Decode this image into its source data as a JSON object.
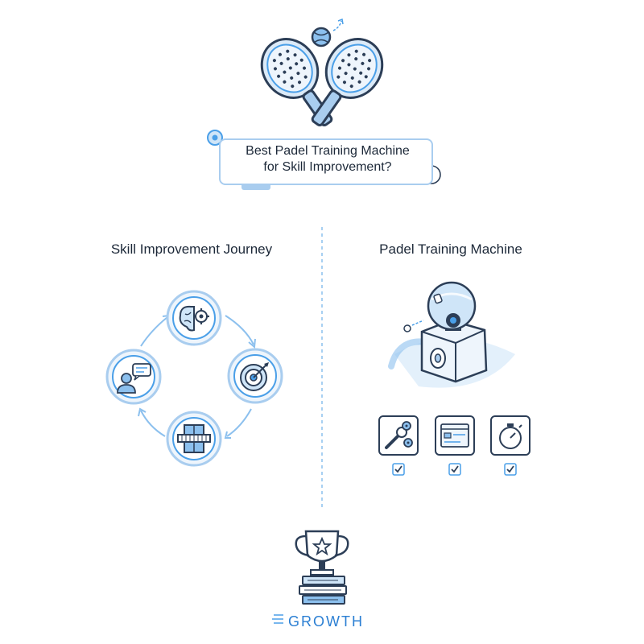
{
  "header": {
    "question_line1": "Best Padel Training Machine",
    "question_line2": "for Skill Improvement?"
  },
  "left_section": {
    "title": "Skill Improvement Journey",
    "cycle_nodes": [
      {
        "icon": "brain-gear-icon"
      },
      {
        "icon": "target-arrow-icon"
      },
      {
        "icon": "court-net-icon"
      },
      {
        "icon": "coach-speech-icon"
      }
    ]
  },
  "right_section": {
    "title": "Padel Training Machine",
    "machine_icon": "ball-launcher-machine-icon",
    "features": [
      {
        "icon": "wrench-gears-icon",
        "checked": true
      },
      {
        "icon": "settings-panel-icon",
        "checked": true
      },
      {
        "icon": "stopwatch-icon",
        "checked": true
      }
    ]
  },
  "footer": {
    "icon": "trophy-books-icon",
    "label": "GROWTH"
  },
  "colors": {
    "accent": "#4a9fe8",
    "light_accent": "#cfe5f8",
    "outline": "#2c3e57"
  }
}
